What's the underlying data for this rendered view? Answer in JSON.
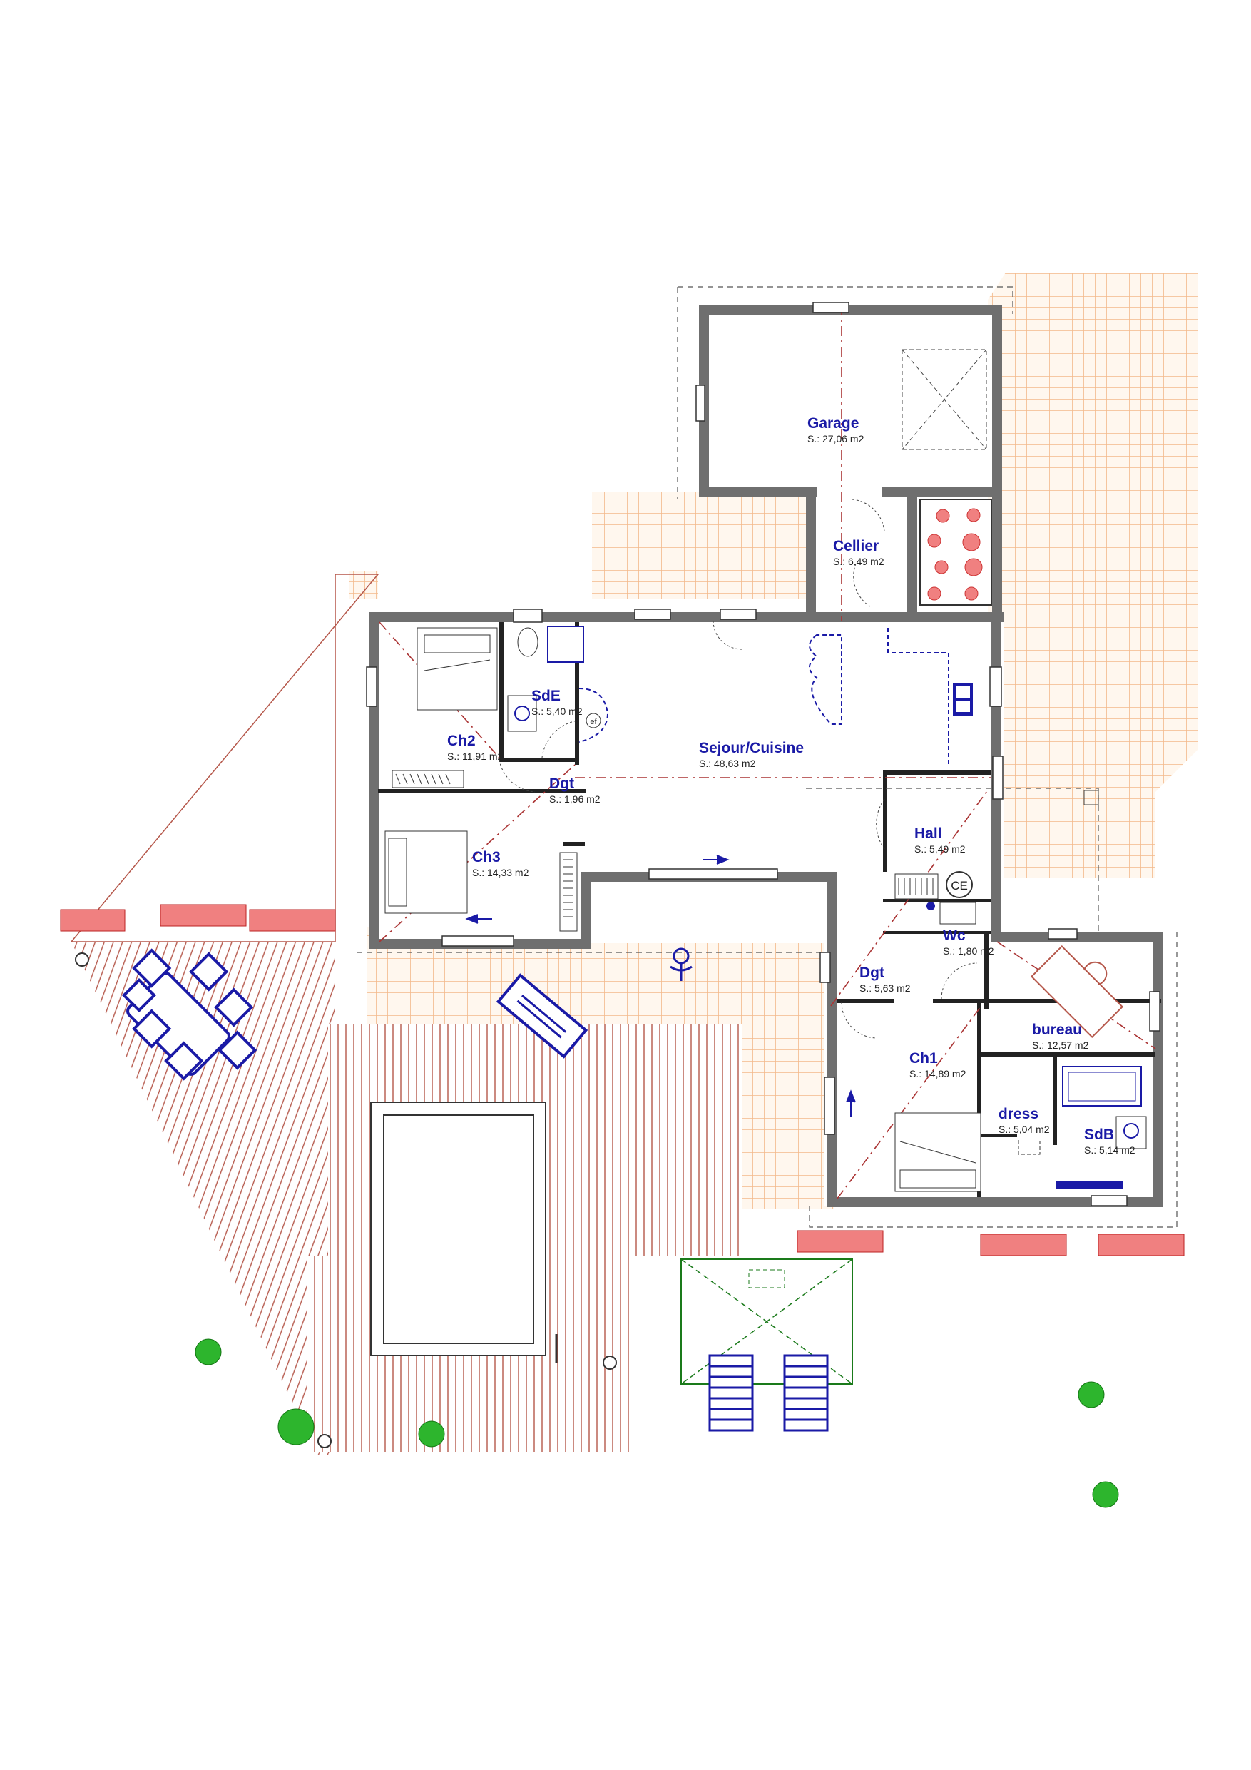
{
  "rooms": {
    "garage": {
      "name": "Garage",
      "area": "S.: 27,06 m2"
    },
    "cellier": {
      "name": "Cellier",
      "area": "S.: 6,49 m2"
    },
    "sde": {
      "name": "SdE",
      "area": "S.: 5,40 m2"
    },
    "ch2": {
      "name": "Ch2",
      "area": "S.: 11,91 m2"
    },
    "dgt1": {
      "name": "Dgt",
      "area": "S.: 1,96 m2"
    },
    "sejour": {
      "name": "Sejour/Cuisine",
      "area": "S.: 48,63 m2"
    },
    "ch3": {
      "name": "Ch3",
      "area": "S.: 14,33 m2"
    },
    "hall": {
      "name": "Hall",
      "area": "S.: 5,49 m2"
    },
    "wc": {
      "name": "Wc",
      "area": "S.: 1,80 m2"
    },
    "dgt2": {
      "name": "Dgt",
      "area": "S.: 5,63 m2"
    },
    "bureau": {
      "name": "bureau",
      "area": "S.: 12,57 m2"
    },
    "ch1": {
      "name": "Ch1",
      "area": "S.: 14,89 m2"
    },
    "dress": {
      "name": "dress",
      "area": "S.: 5,04 m2"
    },
    "sdb": {
      "name": "SdB",
      "area": "S.: 5,14 m2"
    }
  },
  "symbols": {
    "chaudiere": "CE",
    "evacuation": "ef"
  },
  "colors": {
    "wall": "#6f6f6f",
    "room_label": "#1a1aa6",
    "tile": "#f3b98a",
    "deck": "#b5574a",
    "furniture": "#1a1aa6",
    "planter": "#f08080",
    "tree": "#2db52d",
    "pergola": "#1a7a1a"
  }
}
